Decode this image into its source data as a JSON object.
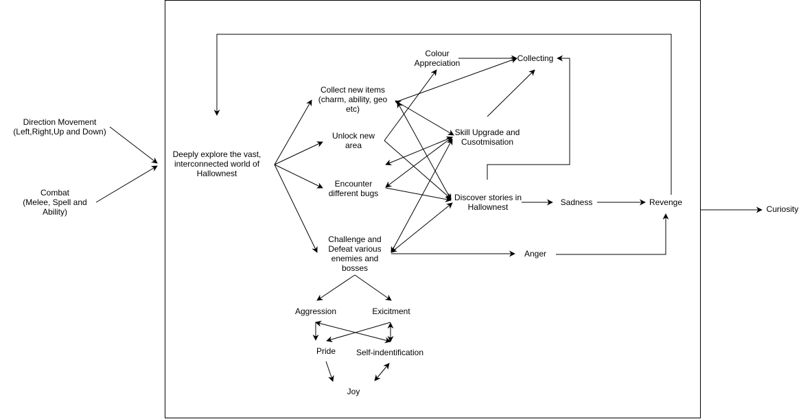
{
  "diagram": {
    "type": "flow-diagram",
    "outer_frame_label": "",
    "nodes": {
      "direction_movement": {
        "lines": [
          "Direction Movement",
          "(Left,Right,Up and Down)"
        ]
      },
      "combat": {
        "lines": [
          "Combat",
          "(Melee, Spell and",
          "Ability)"
        ]
      },
      "explore": {
        "lines": [
          "Deeply explore the vast,",
          "interconnected world of",
          "Hallownest"
        ]
      },
      "collect_items": {
        "lines": [
          "Collect new items",
          "(charm, ability, geo",
          "etc)"
        ]
      },
      "unlock_area": {
        "lines": [
          "Unlock new",
          "area"
        ]
      },
      "encounter_bugs": {
        "lines": [
          "Encounter",
          "different bugs"
        ]
      },
      "challenge": {
        "lines": [
          "Challenge and",
          "Defeat various",
          "enemies and",
          "bosses"
        ]
      },
      "colour_appreciation": {
        "lines": [
          "Colour",
          "Appreciation"
        ]
      },
      "collecting": {
        "lines": [
          "Collecting"
        ]
      },
      "skill_upgrade": {
        "lines": [
          "Skill Upgrade and",
          "Cusotmisation"
        ]
      },
      "discover_stories": {
        "lines": [
          "Discover stories in",
          "Hallownest"
        ]
      },
      "sadness": {
        "lines": [
          "Sadness"
        ]
      },
      "revenge": {
        "lines": [
          "Revenge"
        ]
      },
      "anger": {
        "lines": [
          "Anger"
        ]
      },
      "curiosity": {
        "lines": [
          "Curiosity"
        ]
      },
      "aggression": {
        "lines": [
          "Aggression"
        ]
      },
      "excitement": {
        "lines": [
          "Exicitment"
        ]
      },
      "pride": {
        "lines": [
          "Pride"
        ]
      },
      "self_identification": {
        "lines": [
          "Self-indentification"
        ]
      },
      "joy": {
        "lines": [
          "Joy"
        ]
      }
    },
    "edges": [
      {
        "from": "direction_movement",
        "to": "explore",
        "style": "arrow"
      },
      {
        "from": "combat",
        "to": "explore",
        "style": "arrow"
      },
      {
        "from": "revenge",
        "to": "explore",
        "style": "arrow",
        "routing": "loop-top"
      },
      {
        "from": "explore",
        "to": "collect_items",
        "style": "arrow"
      },
      {
        "from": "explore",
        "to": "unlock_area",
        "style": "arrow"
      },
      {
        "from": "explore",
        "to": "encounter_bugs",
        "style": "arrow"
      },
      {
        "from": "explore",
        "to": "challenge",
        "style": "arrow"
      },
      {
        "from": "collect_items",
        "to": "collecting",
        "style": "arrow"
      },
      {
        "from": "collect_items",
        "to": "skill_upgrade",
        "style": "double-arrow"
      },
      {
        "from": "collect_items",
        "to": "discover_stories",
        "style": "double-arrow"
      },
      {
        "from": "unlock_area",
        "to": "colour_appreciation",
        "style": "arrow"
      },
      {
        "from": "unlock_area",
        "to": "discover_stories",
        "style": "arrow"
      },
      {
        "from": "skill_upgrade",
        "to": "unlock_area",
        "style": "double-arrow"
      },
      {
        "from": "skill_upgrade",
        "to": "encounter_bugs",
        "style": "double-arrow"
      },
      {
        "from": "encounter_bugs",
        "to": "discover_stories",
        "style": "arrow"
      },
      {
        "from": "challenge",
        "to": "skill_upgrade",
        "style": "double-arrow"
      },
      {
        "from": "challenge",
        "to": "discover_stories",
        "style": "double-arrow"
      },
      {
        "from": "challenge",
        "to": "anger",
        "style": "arrow"
      },
      {
        "from": "colour_appreciation",
        "to": "collecting",
        "style": "arrow"
      },
      {
        "from": "skill_upgrade",
        "to": "collecting",
        "style": "arrow"
      },
      {
        "from": "discover_stories",
        "to": "collecting",
        "style": "arrow",
        "routing": "elbow"
      },
      {
        "from": "discover_stories",
        "to": "sadness",
        "style": "arrow"
      },
      {
        "from": "sadness",
        "to": "revenge",
        "style": "arrow"
      },
      {
        "from": "anger",
        "to": "revenge",
        "style": "arrow",
        "routing": "elbow"
      },
      {
        "from": "frame",
        "to": "curiosity",
        "style": "arrow"
      },
      {
        "from": "challenge",
        "to": "aggression",
        "style": "arrow"
      },
      {
        "from": "challenge",
        "to": "excitement",
        "style": "arrow"
      },
      {
        "from": "aggression",
        "to": "pride",
        "style": "arrow"
      },
      {
        "from": "aggression",
        "to": "self_identification",
        "style": "double-arrow"
      },
      {
        "from": "excitement",
        "to": "pride",
        "style": "arrow"
      },
      {
        "from": "excitement",
        "to": "self_identification",
        "style": "double-arrow"
      },
      {
        "from": "pride",
        "to": "joy",
        "style": "arrow"
      },
      {
        "from": "self_identification",
        "to": "joy",
        "style": "double-arrow"
      }
    ],
    "colors": {
      "stroke": "#000000",
      "background": "#ffffff",
      "text": "#000000"
    }
  }
}
